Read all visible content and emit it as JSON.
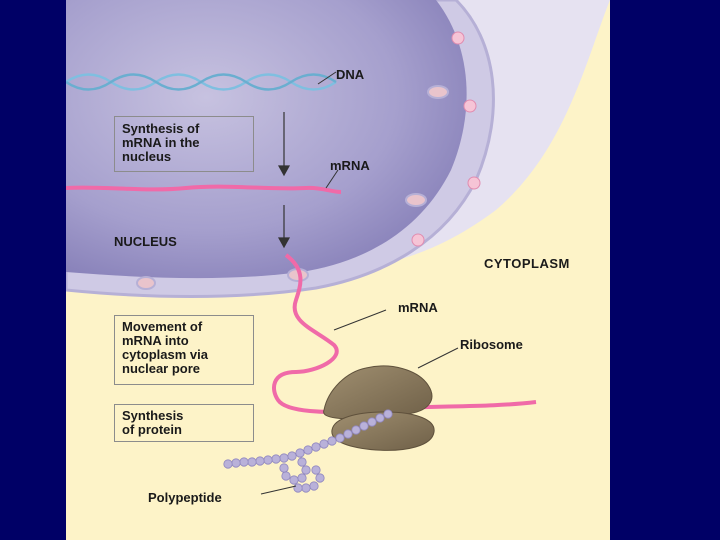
{
  "labels": {
    "dna": "DNA",
    "mrna_nucleus": "mRNA",
    "nucleus": "NUCLEUS",
    "cytoplasm": "CYTOPLASM",
    "mrna_cytoplasm": "mRNA",
    "ribosome": "Ribosome",
    "polypeptide": "Polypeptide"
  },
  "steps": [
    {
      "text": "Synthesis of\nmRNA in the\nnucleus"
    },
    {
      "text": "Movement of\nmRNA into\ncytoplasm via\nnuclear pore"
    },
    {
      "text": "Synthesis\nof protein"
    }
  ],
  "colors": {
    "background": "#fdf3c8",
    "frame": "#000066",
    "nucleus": "#b9b4d6",
    "nucleus_inner": "#8e87bd",
    "membrane": "#d9d5ea",
    "dna": "#7fbfe0",
    "mrna": "#f06aa8",
    "ribosome": "#8a7a5e",
    "polypeptide": "#b9b1d9"
  }
}
